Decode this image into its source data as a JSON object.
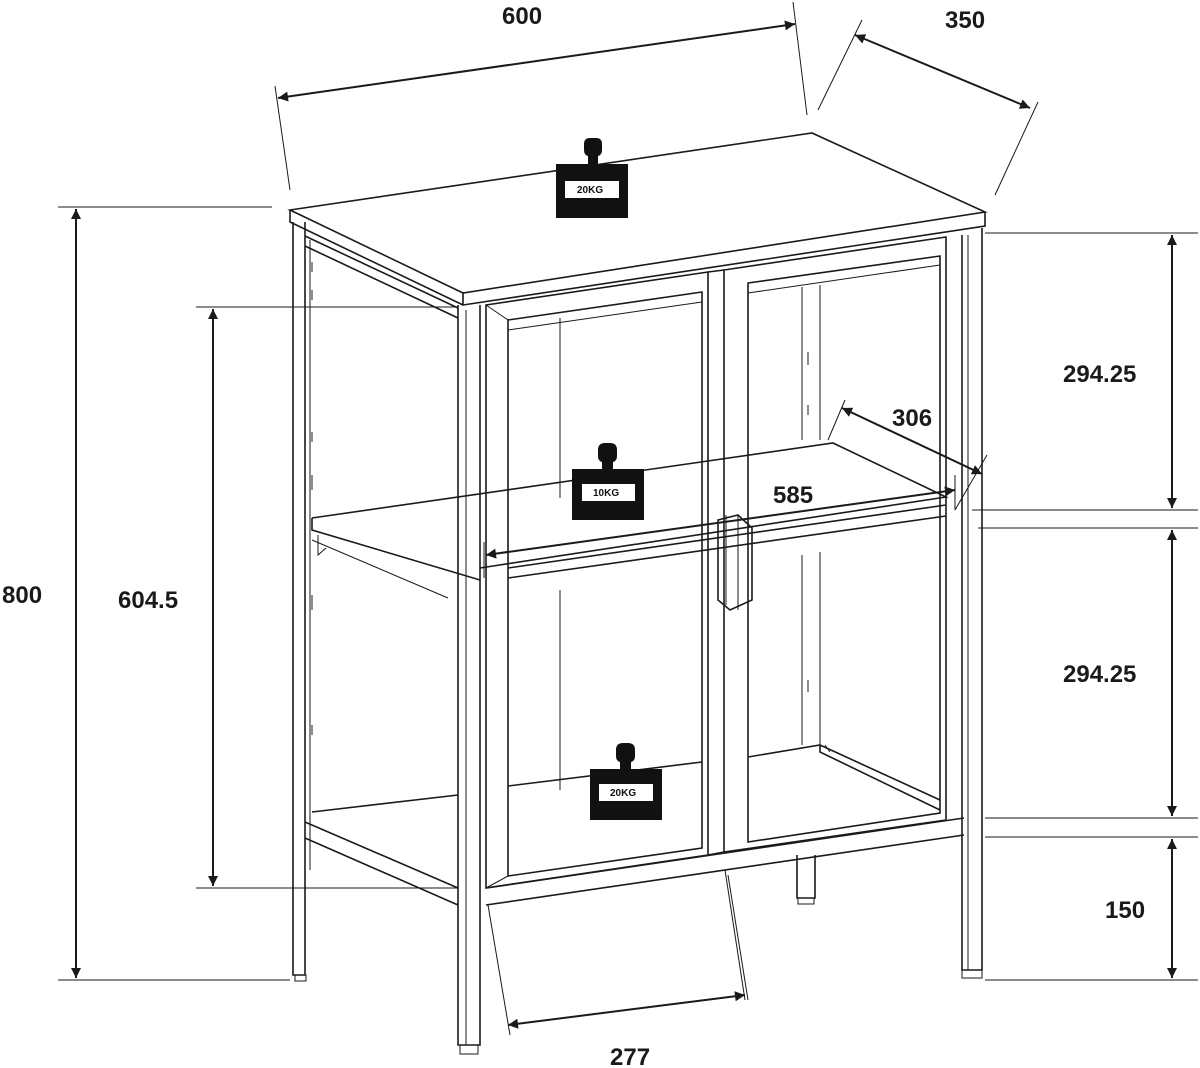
{
  "dimensions": {
    "width": "600",
    "depth": "350",
    "height": "800",
    "inner_height": "604.5",
    "upper_compartment": "294.25",
    "lower_compartment": "294.25",
    "leg_height": "150",
    "door_width": "277",
    "shelf_depth": "306",
    "shelf_width": "585"
  },
  "weights": {
    "top": "20KG",
    "shelf": "10KG",
    "bottom": "20KG"
  },
  "colors": {
    "line": "#1a1a1a",
    "background": "#ffffff",
    "weight_fill": "#111111"
  }
}
